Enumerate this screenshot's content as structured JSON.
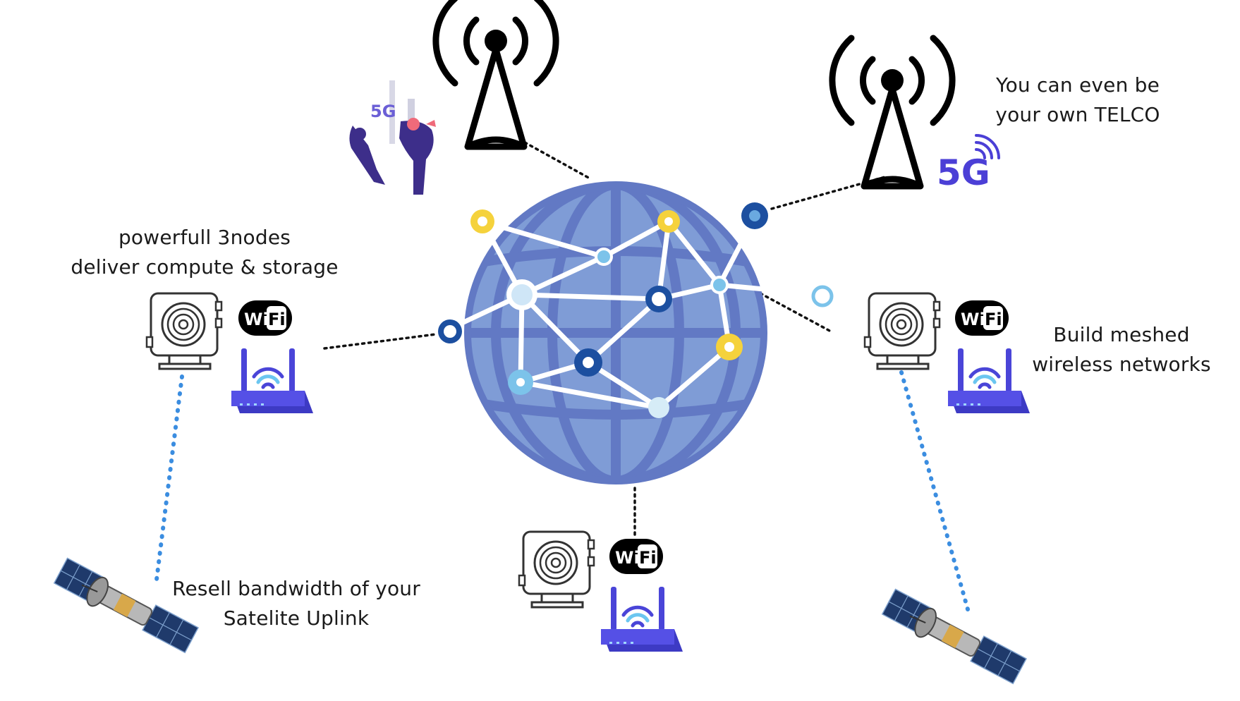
{
  "labels": {
    "nodes": {
      "line1": "powerfull 3nodes",
      "line2": "deliver compute & storage"
    },
    "telco": {
      "line1": "You can even be",
      "line2": "your own TELCO"
    },
    "mesh": {
      "line1": "Build meshed",
      "line2": "wireless networks"
    },
    "satellite": {
      "line1": "Resell bandwidth of your",
      "line2": "Satelite Uplink"
    }
  },
  "badges": {
    "fiveg_small": "5G",
    "fiveg_large": "5G",
    "wifi_left": "Wi",
    "wifi_right": "Fi"
  },
  "icons": {
    "globe": "globe-network-icon",
    "tower": "radio-tower-icon",
    "server": "3node-server-icon",
    "router": "wifi-router-icon",
    "satellite": "satellite-icon",
    "workers": "5g-tower-workers-illustration"
  },
  "colors": {
    "globe": "#7f9cd6",
    "globe_lines": "#6279c4",
    "yellow_node": "#f5d23c",
    "dark_node": "#1c4fa0",
    "light_node": "#7cc3ea",
    "router": "#4a45d8",
    "satellite_link": "#3b8de0",
    "fiveg": "#4b3fd6"
  }
}
